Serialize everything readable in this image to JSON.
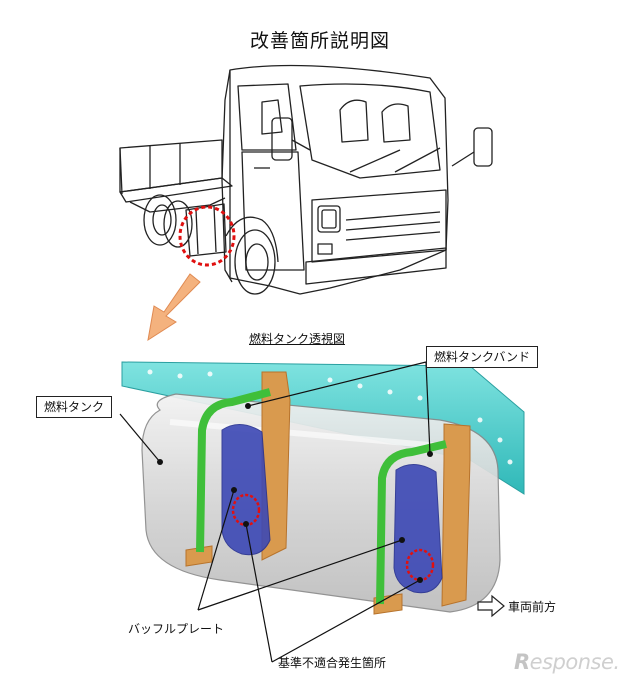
{
  "title": "改善箇所説明図",
  "subtitle": "燃料タンク透視図",
  "labels": {
    "fuel_tank_band": "燃料タンクバンド",
    "fuel_tank": "燃料タンク",
    "baffle_plate": "バッフルプレート",
    "nonconformity_location": "基準不適合発生箇所",
    "vehicle_forward": "車両前方"
  },
  "watermark": {
    "initial": "R",
    "rest": "esponse."
  },
  "colors": {
    "frame": "#4fd2d0",
    "band": "#3fbf3a",
    "baffle": "#3c48b5",
    "bracket": "#d99a4e",
    "marker": "#e01010",
    "arrow": "#f4b27e"
  }
}
